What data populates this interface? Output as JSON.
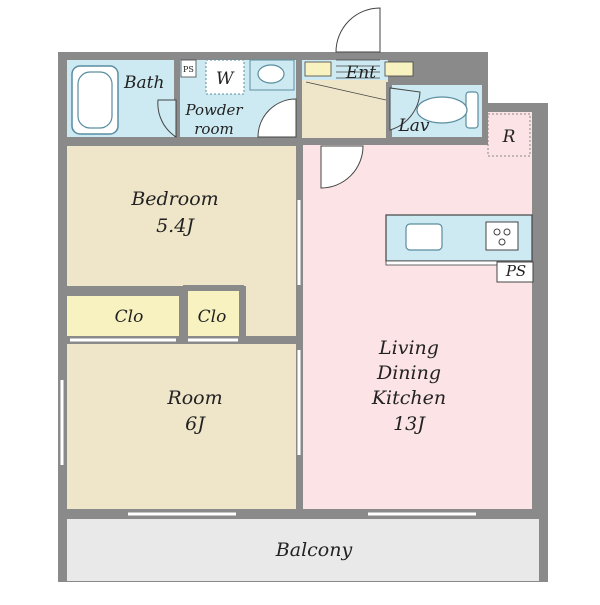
{
  "colors": {
    "wall": "#8a8a8a",
    "wall_dark": "#6f6f6f",
    "bath_blue": "#cdeaf2",
    "room_tan": "#efe6c9",
    "closet_yellow": "#f7f2c0",
    "living_pink": "#fbe3e6",
    "balcony_grey": "#e9e9e9",
    "fixture_stroke": "#5a8da0",
    "line": "#444444"
  },
  "rooms": {
    "bath": "Bath",
    "ps_top": "PS",
    "washer": "W",
    "powder_room_line1": "Powder",
    "powder_room_line2": "room",
    "entrance": "Ent",
    "lavatory": "Lav",
    "refrigerator": "R",
    "bedroom_line1": "Bedroom",
    "bedroom_line2": "5.4J",
    "closet_left": "Clo",
    "closet_right": "Clo",
    "ps_kitchen": "PS",
    "ldk_line1": "Living",
    "ldk_line2": "Dining",
    "ldk_line3": "Kitchen",
    "ldk_line4": "13J",
    "room_line1": "Room",
    "room_line2": "6J",
    "balcony": "Balcony"
  },
  "icons": {
    "bathtub": "bathtub-icon",
    "washer": "washing-machine-space-icon",
    "sink": "wash-basin-icon",
    "toilet": "toilet-icon",
    "kitchen_sink": "kitchen-sink-icon",
    "stove": "stove-icon"
  }
}
